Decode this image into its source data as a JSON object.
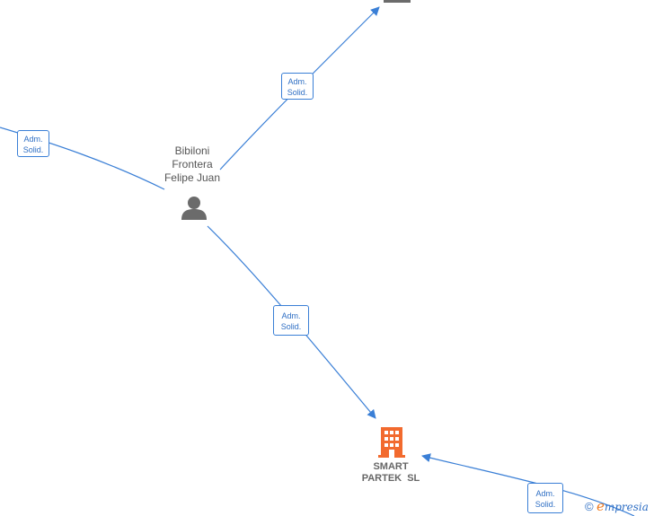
{
  "colors": {
    "edge": "#3a7fd6",
    "person_icon": "#6b6b6b",
    "company_icon": "#f26a2e",
    "brand_e": "#f07a1e"
  },
  "person": {
    "name_line1": "Bibiloni",
    "name_line2": "Frontera",
    "name_line3": "Felipe Juan",
    "icon": "person-icon"
  },
  "company": {
    "name_line1": "SMART",
    "name_line2": "PARTEK  SL",
    "icon": "building-icon"
  },
  "edges": [
    {
      "role_line1": "Adm.",
      "role_line2": "Solid."
    },
    {
      "role_line1": "Adm.",
      "role_line2": "Solid."
    },
    {
      "role_line1": "Adm.",
      "role_line2": "Solid."
    },
    {
      "role_line1": "Adm.",
      "role_line2": "Solid."
    }
  ],
  "watermark": {
    "copyright": "©",
    "brand_initial": "e",
    "brand_rest": "mpresia"
  }
}
